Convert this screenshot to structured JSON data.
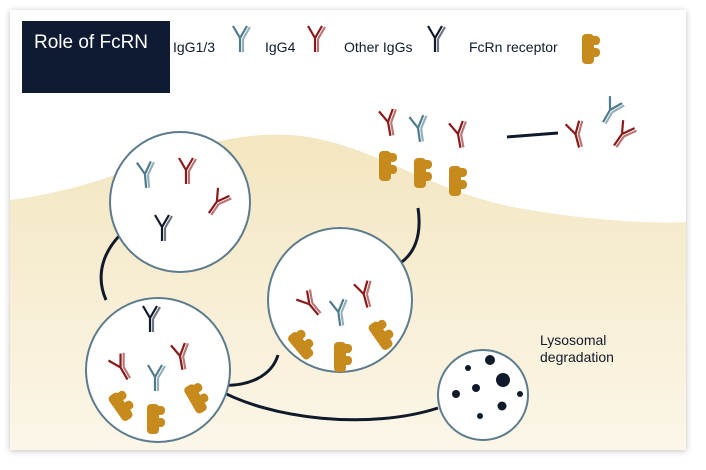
{
  "title": "Role of FcRN",
  "legend": {
    "igg13": "IgG1/3",
    "igg4": "IgG4",
    "other": "Other IgGs",
    "fcrn": "FcRn receptor"
  },
  "lysosome_label": "Lysosomal degradation",
  "colors": {
    "igg13": "#4f7b8c",
    "igg4": "#8b1a1a",
    "other": "#111a2b",
    "fcrn": "#c78a1d",
    "title_bg": "#0f1a33",
    "membrane": "#f4e8c3",
    "circle_stroke": "#5d7b8c"
  }
}
